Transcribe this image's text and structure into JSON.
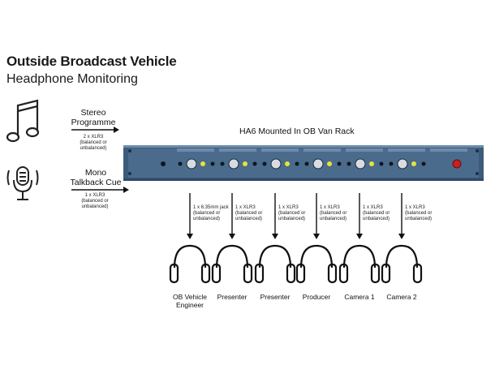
{
  "title": "Outside Broadcast Vehicle",
  "subtitle": "Headphone Monitoring",
  "rack_caption": "HA6 Mounted In OB Van Rack",
  "inputs": [
    {
      "name_line1": "Stereo",
      "name_line2": "Programme",
      "spec_line1": "2 x XLR3",
      "spec_line2": "(balanced or",
      "spec_line3": "unbalanced)",
      "icon": "music-note-icon"
    },
    {
      "name_line1": "Mono",
      "name_line2": "Talkback Cue",
      "spec_line1": "1 x XLR3",
      "spec_line2": "(balanced or",
      "spec_line3": "unbalanced)",
      "icon": "microphone-icon"
    }
  ],
  "outputs": [
    {
      "spec_line1": "1 x 6.35mm jack",
      "spec_line2": "(balanced or",
      "spec_line3": "unbalanced)",
      "label_line1": "OB Vehicle",
      "label_line2": "Engineer"
    },
    {
      "spec_line1": "1 x XLR3",
      "spec_line2": "(balanced or",
      "spec_line3": "unbalanced)",
      "label_line1": "Presenter",
      "label_line2": ""
    },
    {
      "spec_line1": "1 x XLR3",
      "spec_line2": "(balanced or",
      "spec_line3": "unbalanced)",
      "label_line1": "Presenter",
      "label_line2": ""
    },
    {
      "spec_line1": "1 x XLR3",
      "spec_line2": "(balanced or",
      "spec_line3": "unbalanced)",
      "label_line1": "Producer",
      "label_line2": ""
    },
    {
      "spec_line1": "1 x XLR3",
      "spec_line2": "(balanced or",
      "spec_line3": "unbalanced)",
      "label_line1": "Camera 1",
      "label_line2": ""
    },
    {
      "spec_line1": "1 x XLR3",
      "spec_line2": "(balanced or",
      "spec_line3": "unbalanced)",
      "label_line1": "Camera 2",
      "label_line2": ""
    }
  ],
  "colors": {
    "rack": "#4a6b8c",
    "rack_dark": "#2f4a66",
    "led": "#e8e23a",
    "knob": "#d8dbe0",
    "power": "#c82020"
  }
}
